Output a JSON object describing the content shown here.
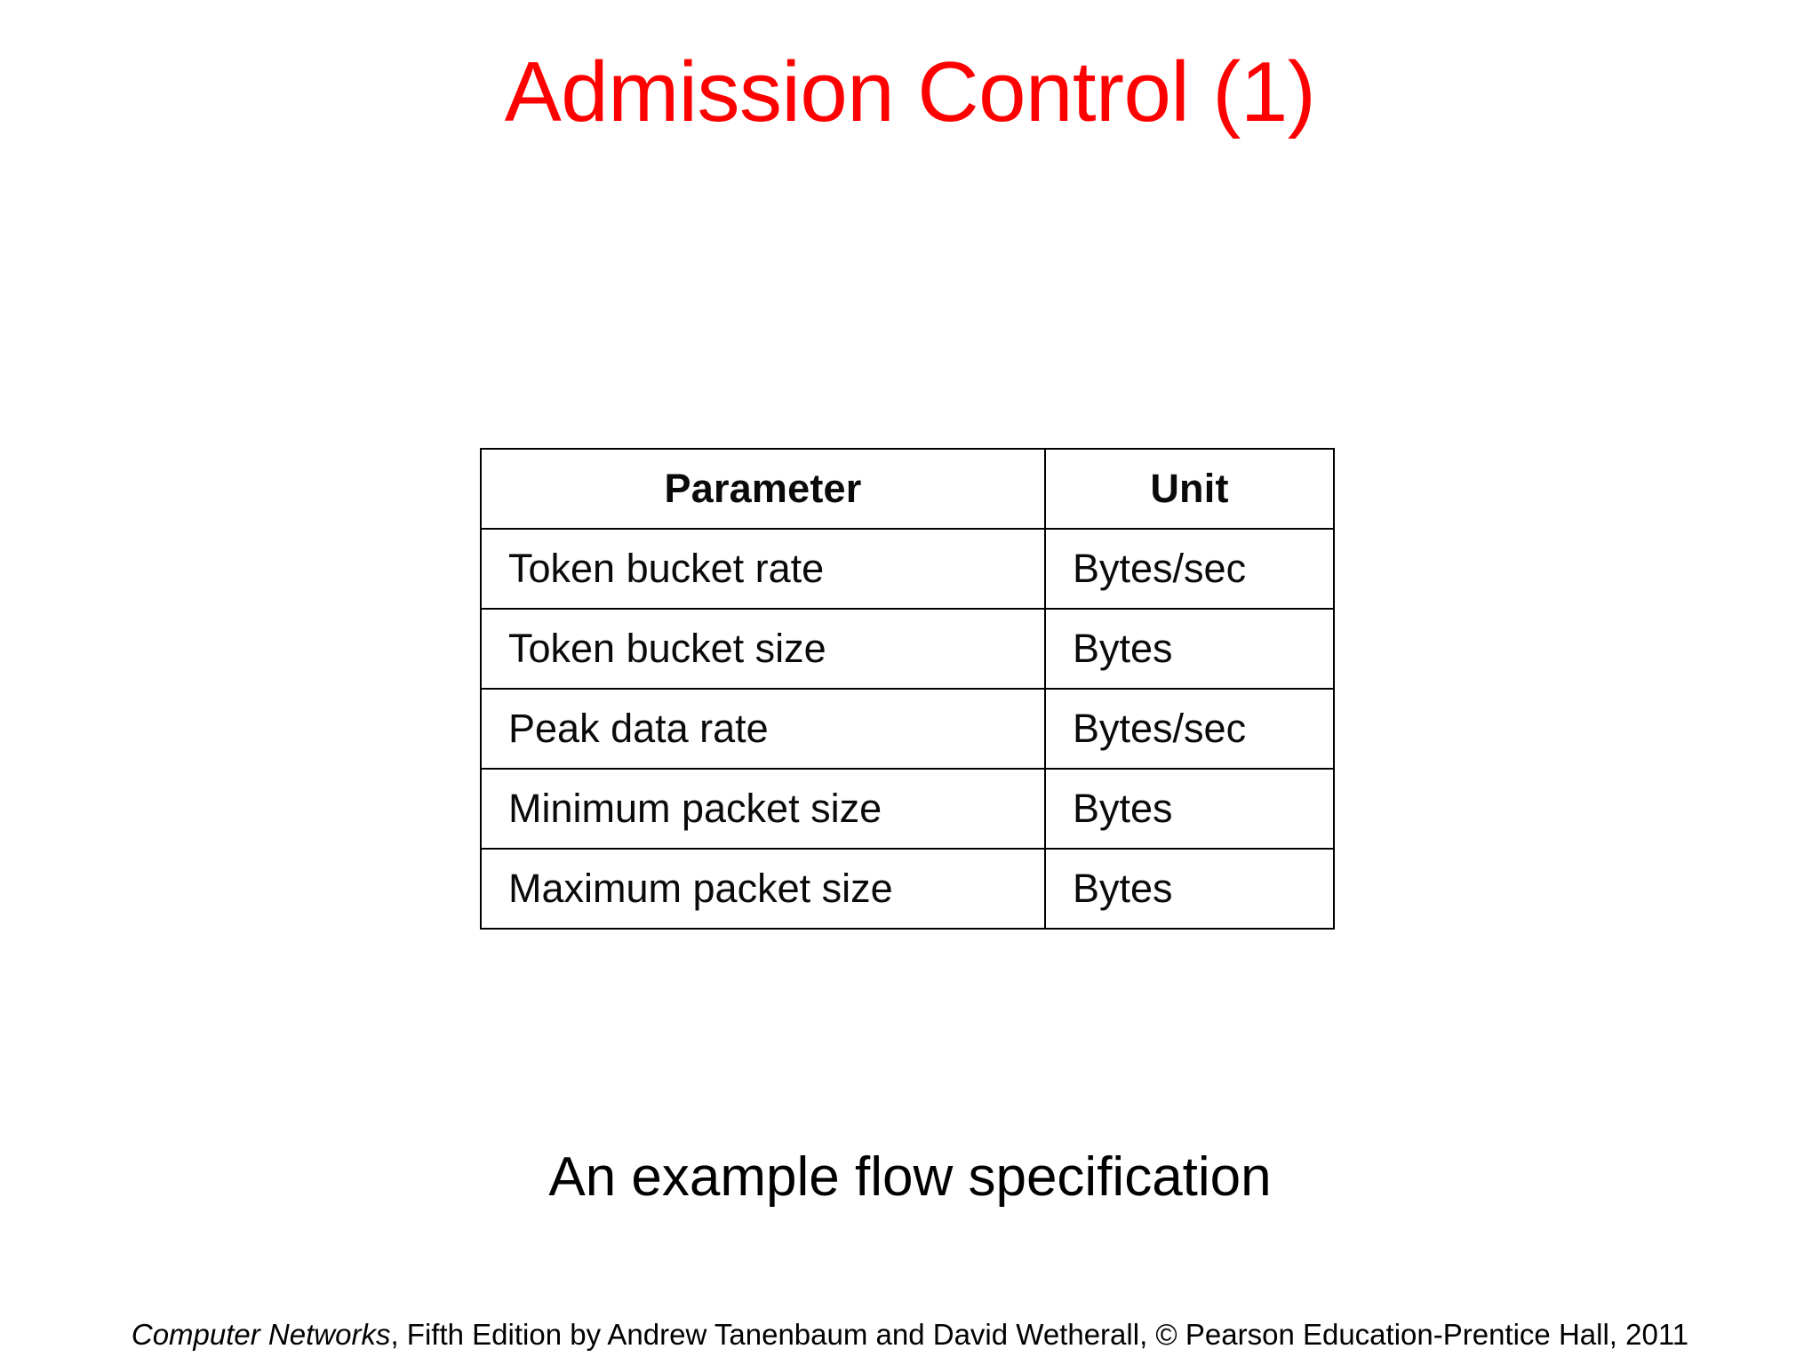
{
  "slide": {
    "title": "Admission Control (1)",
    "title_color": "#FF0000",
    "caption": "An example flow specification",
    "background_color": "#FFFFFF"
  },
  "table": {
    "headers": [
      "Parameter",
      "Unit"
    ],
    "rows": [
      {
        "parameter": "Token bucket rate",
        "unit": "Bytes/sec"
      },
      {
        "parameter": "Token bucket size",
        "unit": "Bytes"
      },
      {
        "parameter": "Peak data rate",
        "unit": "Bytes/sec"
      },
      {
        "parameter": "Minimum packet size",
        "unit": "Bytes"
      },
      {
        "parameter": "Maximum packet size",
        "unit": "Bytes"
      }
    ]
  },
  "footer": {
    "book_title": "Computer Networks",
    "rest": ", Fifth Edition by Andrew Tanenbaum and David Wetherall, © Pearson Education-Prentice Hall, 2011"
  }
}
